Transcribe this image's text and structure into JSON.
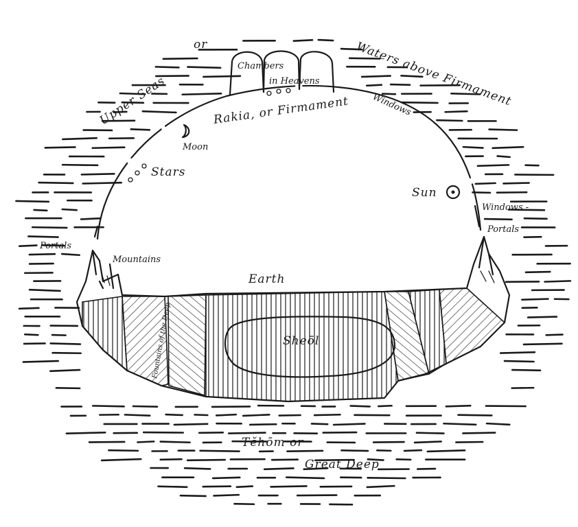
{
  "labels": {
    "upper_seas": "Upper Seas",
    "or_top": "or",
    "waters_above": "Waters above Firmament",
    "chambers": "Chambers",
    "in_heavens": "in Heavens",
    "rakia": "Rakia, or Firmament",
    "windows_top": "Windows",
    "moon": "Moon",
    "stars": "Stars",
    "sun": "Sun",
    "windows_right": "Windows -",
    "portals_right": "Portals",
    "portals_left": "Portals",
    "mountains": "Mountains",
    "earth": "Earth",
    "sheol": "Sheōl",
    "fountains": "Fountains of the Deep",
    "tehom": "Tĕhōm or",
    "great_deep": "Great Deep"
  }
}
